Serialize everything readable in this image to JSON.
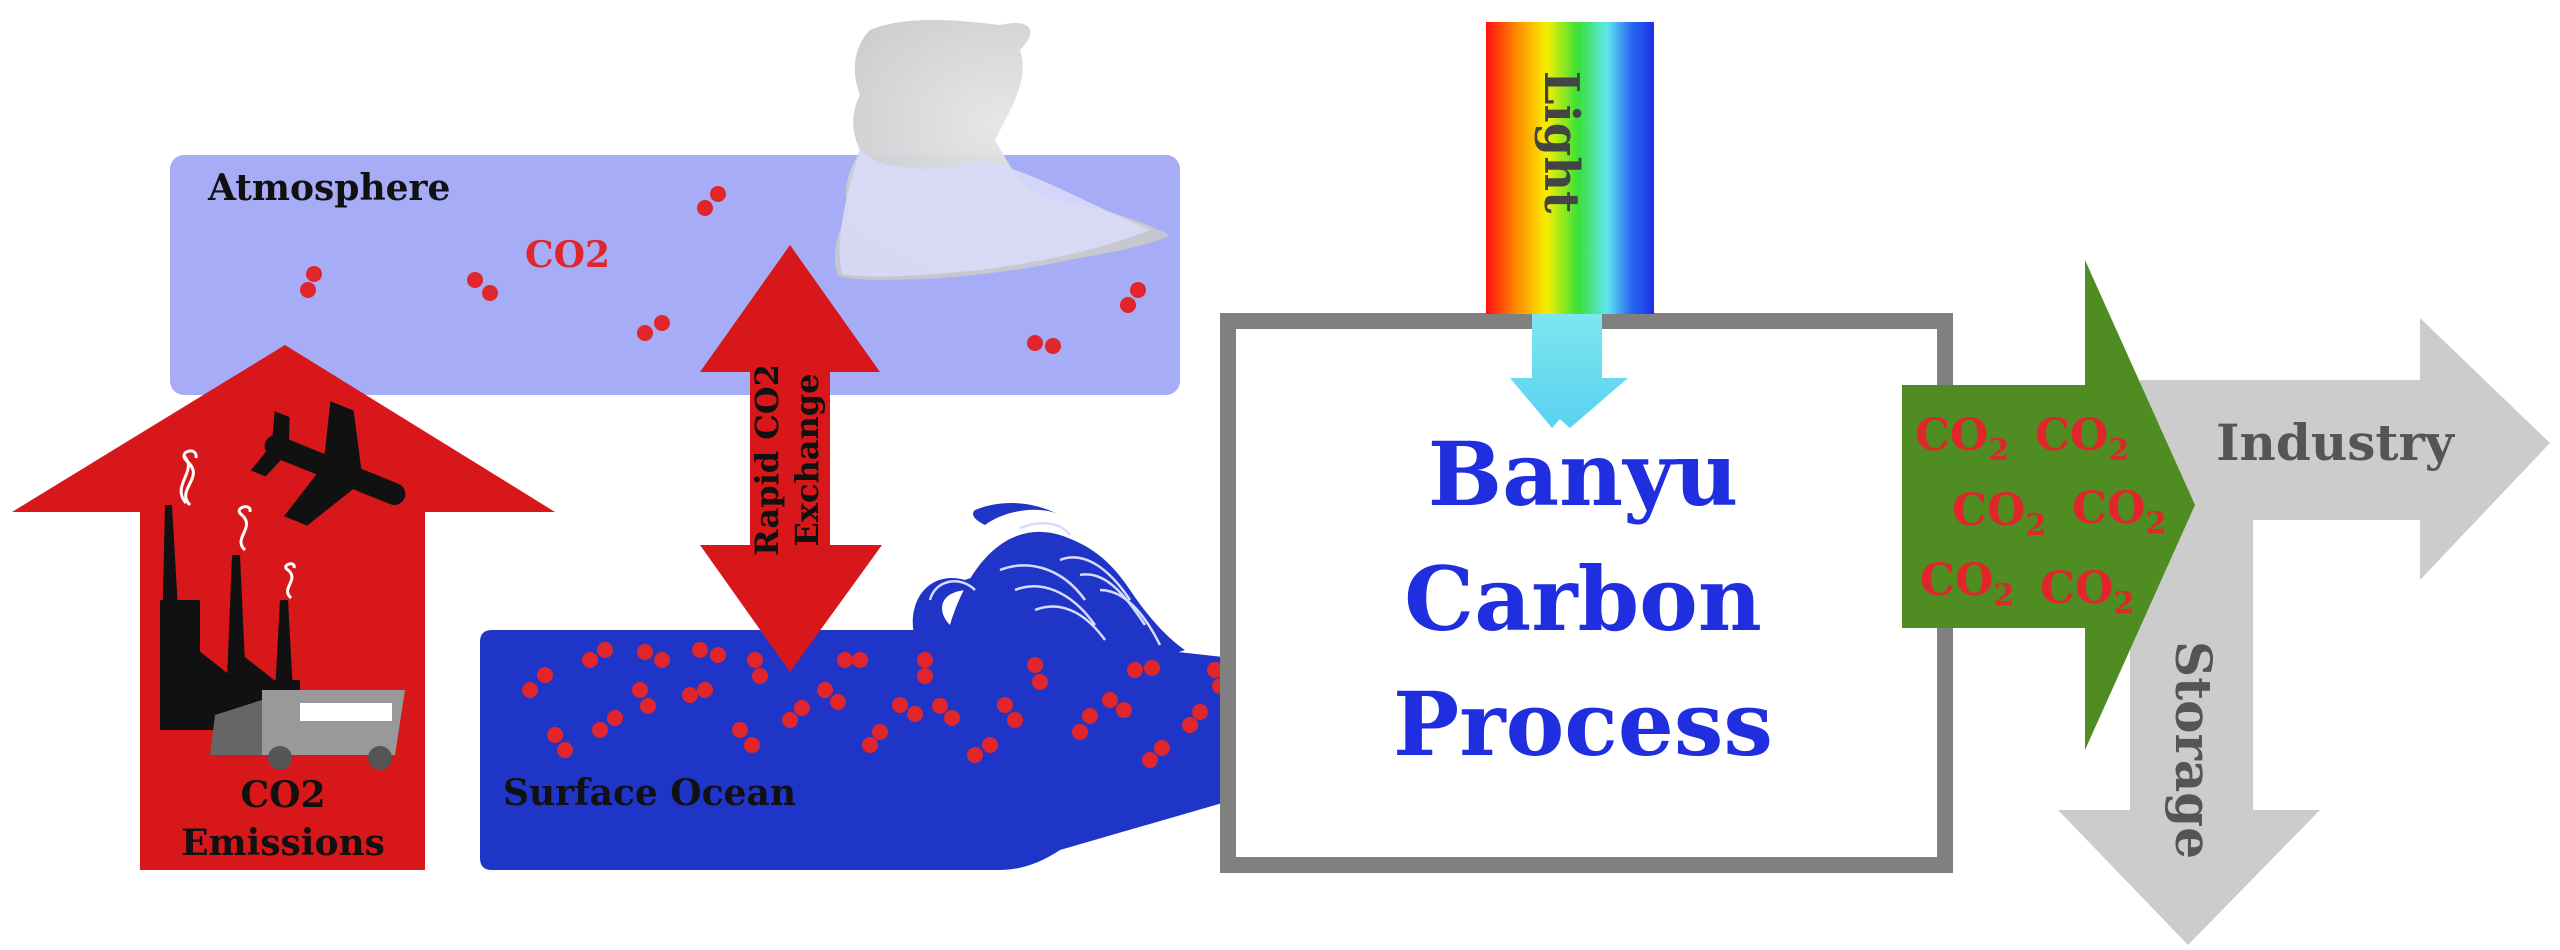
{
  "atmosphere": {
    "label": "Atmosphere",
    "co2_label": "CO2"
  },
  "exchange": {
    "line1": "Rapid CO2",
    "line2": "Exchange"
  },
  "emissions": {
    "line1": "CO2",
    "line2": "Emissions"
  },
  "ocean": {
    "label": "Surface Ocean"
  },
  "light": {
    "label": "Light"
  },
  "process": {
    "line1": "Banyu",
    "line2": "Carbon",
    "line3": "Process"
  },
  "output": {
    "co2_base": "CO",
    "co2_sub": "2"
  },
  "industry": {
    "label": "Industry"
  },
  "storage": {
    "label": "Storage"
  },
  "colors": {
    "atmosphere": "#a6acf5",
    "ocean": "#1f35c8",
    "emissions": "#d7171a",
    "molecule": "#e0262a",
    "output_green": "#4f8c22",
    "outlet_gray": "#cccccc",
    "box_border": "#808080",
    "process_text": "#1f2fe0"
  }
}
